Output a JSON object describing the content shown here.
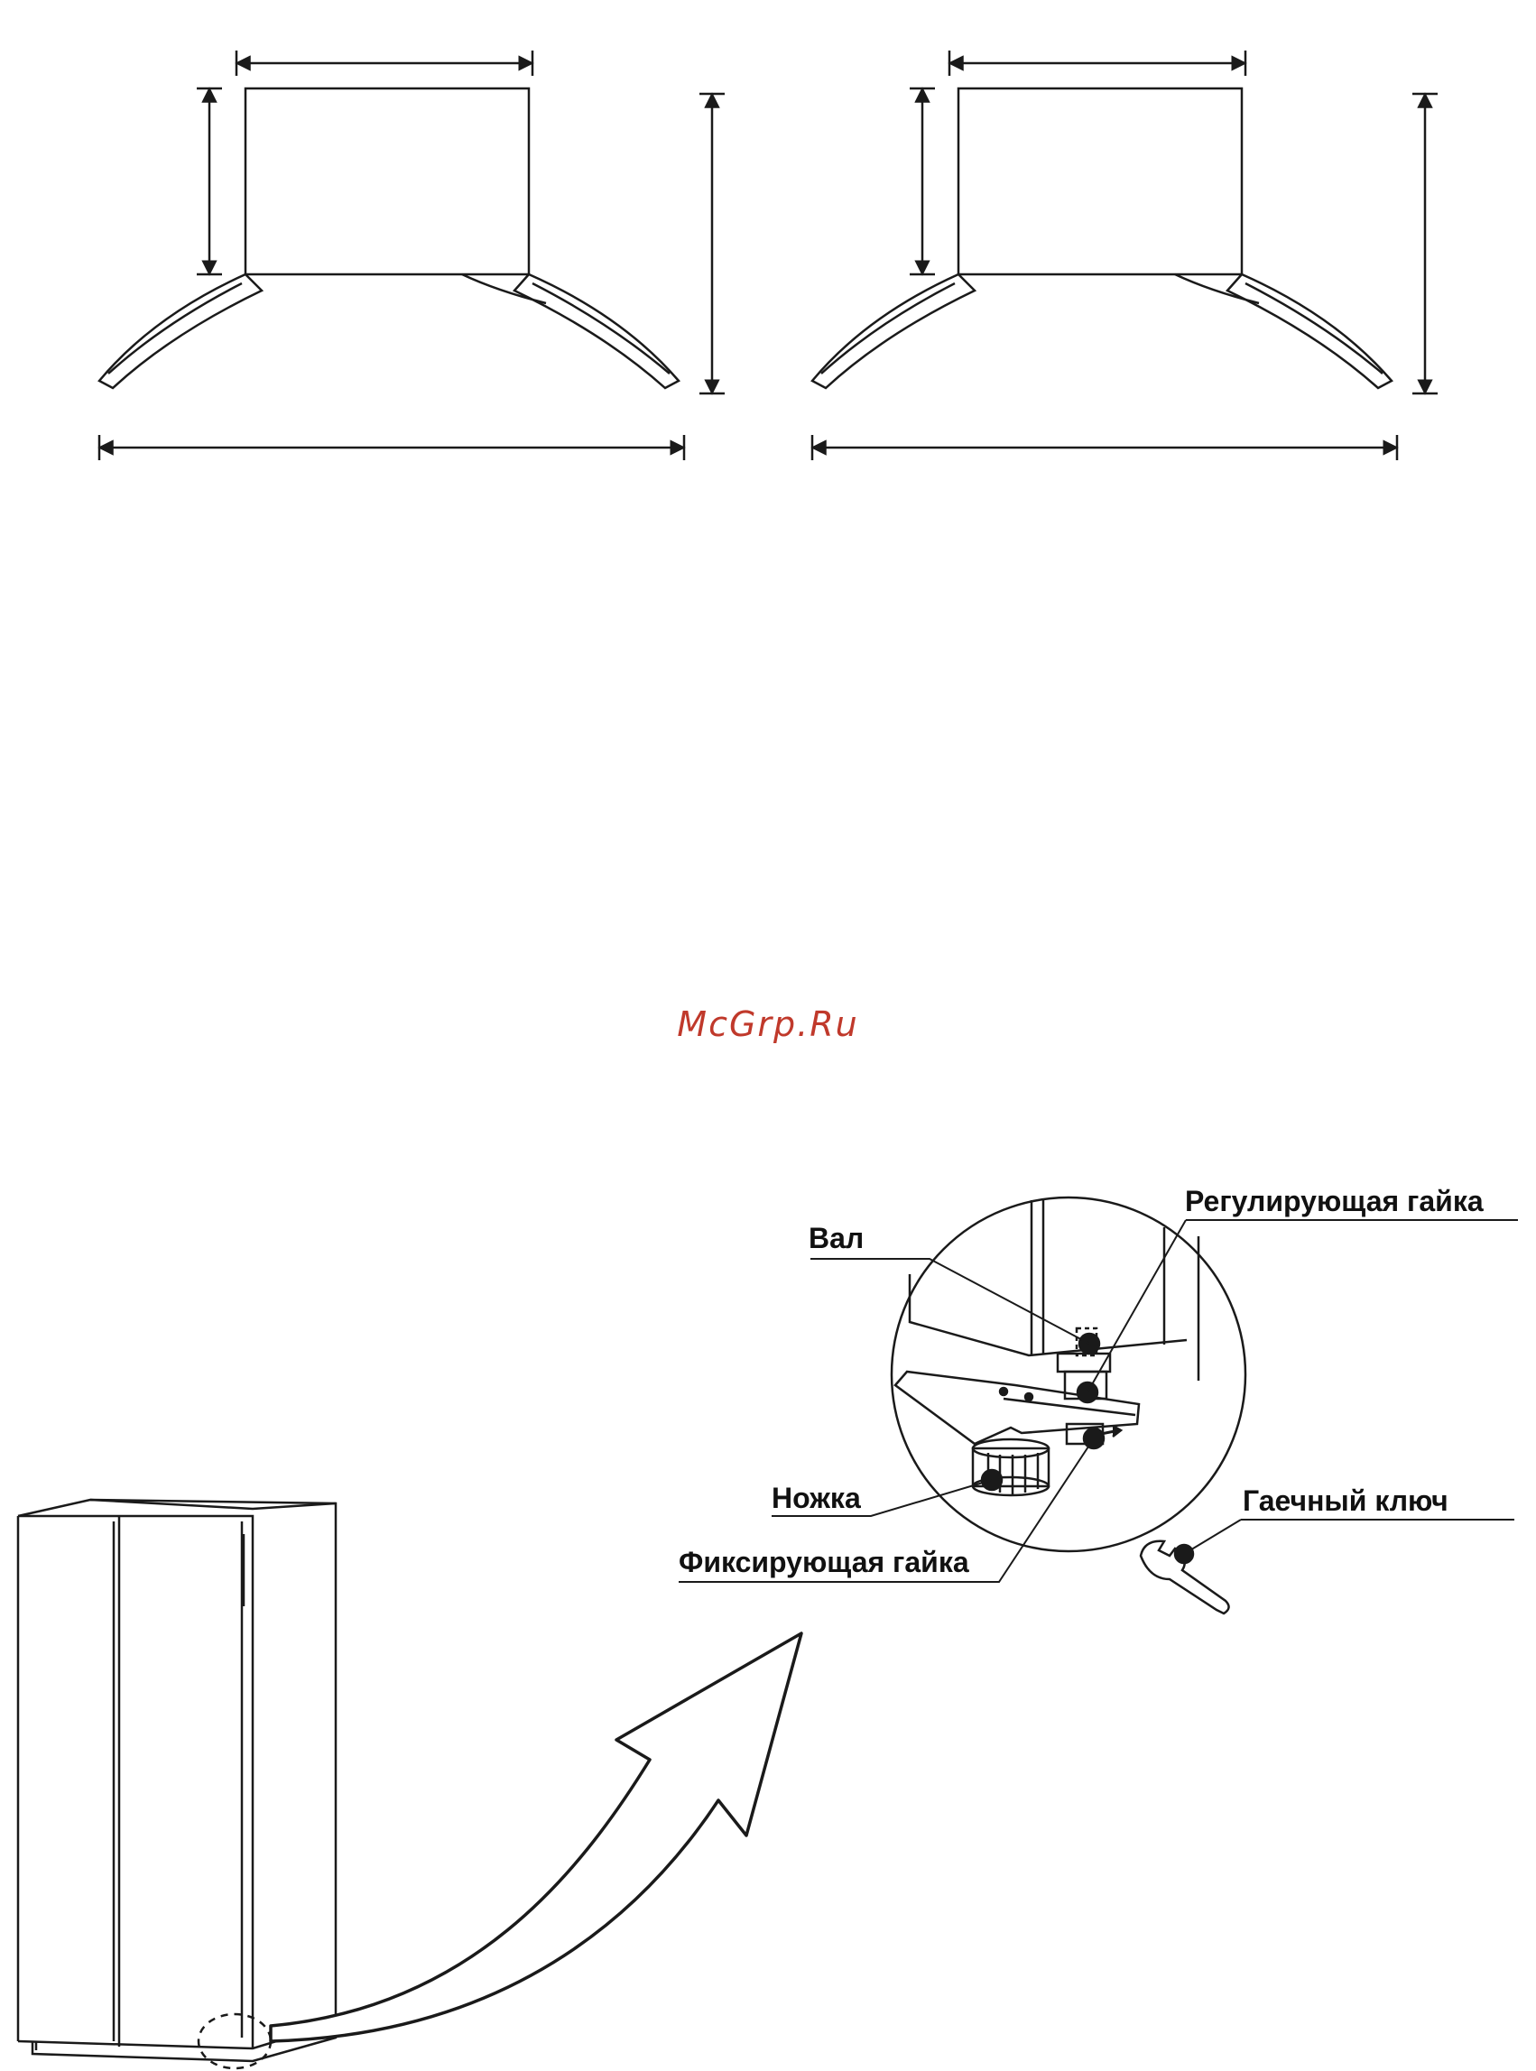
{
  "watermark": {
    "text": "McGrp.Ru",
    "color": "#c0392b"
  },
  "colors": {
    "line": "#1a1a1a",
    "fill": "#ffffff"
  },
  "labels": {
    "shaft": "Вал",
    "adjusting_nut": "Регулирующая гайка",
    "foot": "Ножка",
    "locking_nut": "Фиксирующая гайка",
    "wrench": "Гаечный ключ"
  }
}
